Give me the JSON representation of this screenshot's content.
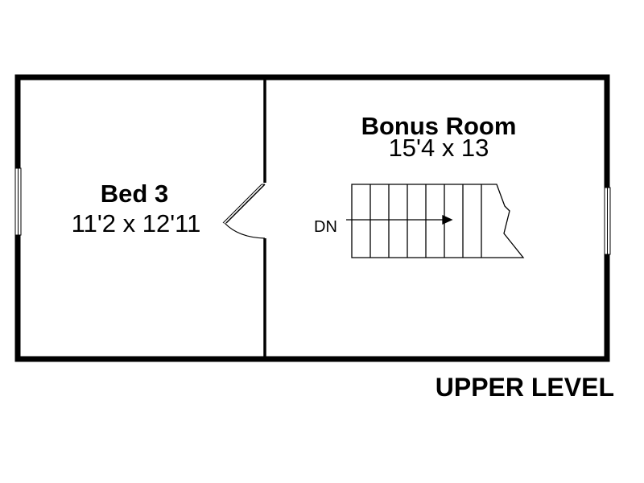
{
  "rooms": [
    {
      "name": "Bed 3",
      "dimensions": "11'2 x 12'11"
    },
    {
      "name": "Bonus Room",
      "dimensions": "15'4 x 13"
    }
  ],
  "stairs": {
    "direction_label": "DN"
  },
  "level_label": "UPPER LEVEL",
  "colors": {
    "wall": "#000000",
    "background": "#ffffff"
  }
}
